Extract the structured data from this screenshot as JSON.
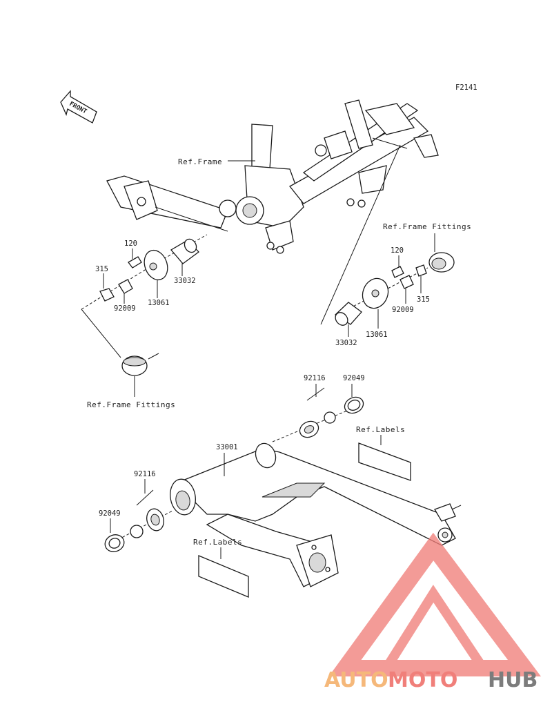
{
  "diagram": {
    "figure_code": "F2141",
    "front_arrow_text": "FRONT",
    "ref_frame": "Ref.Frame",
    "ref_frame_fittings_top": "Ref.Frame Fittings",
    "ref_frame_fittings_left": "Ref.Frame Fittings",
    "ref_labels_right": "Ref.Labels",
    "ref_labels_bottom": "Ref.Labels",
    "parts_left": {
      "p120": "120",
      "p315": "315",
      "p92009": "92009",
      "p13061": "13061",
      "p33032": "33032"
    },
    "parts_right": {
      "p120": "120",
      "p92009": "92009",
      "p315": "315",
      "p33032": "33032",
      "p13061": "13061"
    },
    "parts_arm": {
      "p92116_top": "92116",
      "p92049_top": "92049",
      "p33001": "33001",
      "p92116_left": "92116",
      "p92049_left": "92049"
    }
  },
  "watermark": {
    "brand_part1": "AUTO",
    "brand_part2": "MOTO",
    "brand_part3": "HUB",
    "color_part1": "#f5b87a",
    "color_part2": "#f07f7a",
    "color_part3": "#7c7c7c",
    "logo_color": "#f07f7a"
  }
}
